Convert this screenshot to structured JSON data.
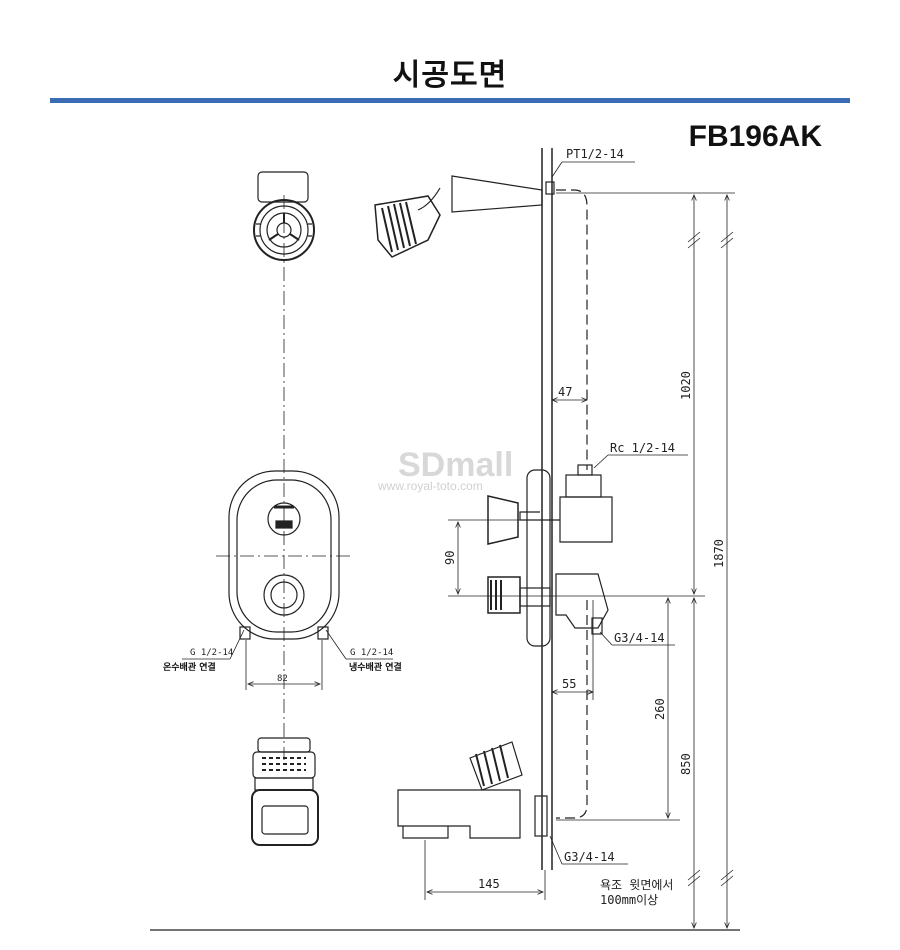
{
  "header": {
    "title": "시공도면",
    "model": "FB196AK"
  },
  "watermark": {
    "brand": "SDmall",
    "url": "www.royal-toto.com"
  },
  "front_view": {
    "hot_label": "G 1/2-14",
    "hot_caption": "온수배관 연결",
    "cold_label": "G 1/2-14",
    "cold_caption": "냉수배관 연결",
    "width_dim": "82"
  },
  "side_view": {
    "shower_thread": "PT1/2-14",
    "riser_thread": "Rc 1/2-14",
    "outlet_thread": "G3/4-14",
    "spout_thread": "G3/4-14",
    "dim_47": "47",
    "dim_55": "55",
    "dim_90": "90",
    "dim_145": "145",
    "dim_1020": "1020",
    "dim_1870": "1870",
    "dim_260": "260",
    "dim_850": "850",
    "note_line1": "욕조 윗면에서",
    "note_line2": "100mm이상"
  }
}
